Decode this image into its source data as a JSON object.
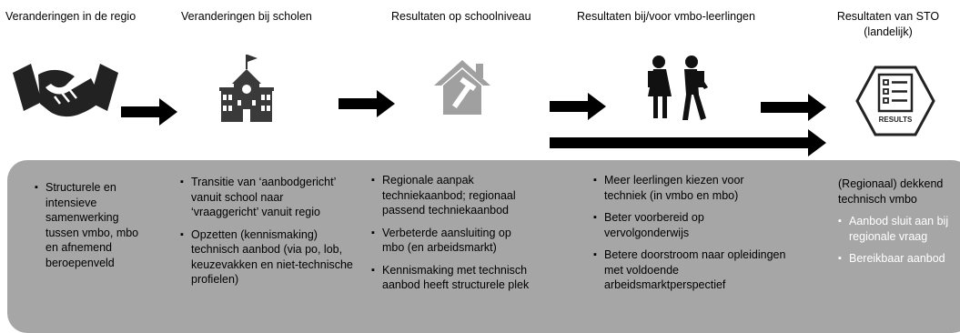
{
  "stages": [
    {
      "title": "Veranderingen in de regio",
      "icon": "handshake-icon"
    },
    {
      "title": "Veranderingen bij scholen",
      "icon": "school-building-icon"
    },
    {
      "title": "Resultaten op schoolniveau",
      "icon": "house-tools-icon"
    },
    {
      "title": "Resultaten bij/voor vmbo-leerlingen",
      "icon": "students-icon"
    },
    {
      "title_line1": "Resultaten van STO",
      "title_line2": "(landelijk)",
      "icon": "results-checklist-icon",
      "badge": "RESULTS"
    }
  ],
  "columns": {
    "col1": {
      "items": [
        "Structurele en intensieve samenwerking tussen vmbo, mbo en afnemend beroepenveld"
      ]
    },
    "col2": {
      "items": [
        "Transitie van ‘aanbodgericht’ vanuit school naar ‘vraaggericht’ vanuit regio",
        "Opzetten (kennismaking) technisch aanbod (via po, lob, keuzevakken  en niet-technische profielen)"
      ]
    },
    "col3": {
      "items": [
        "Regionale aanpak techniekaanbod; regionaal passend techniekaanbod",
        "Verbeterde aansluiting op mbo (en arbeidsmarkt)",
        "Kennismaking met technisch aanbod heeft structurele plek"
      ]
    },
    "col4": {
      "items": [
        "Meer leerlingen kiezen voor techniek (in vmbo en mbo)",
        "Beter voorbereid op vervolgonderwijs",
        "Betere doorstroom naar opleidingen met voldoende arbeidsmarktperspectief"
      ]
    },
    "col5": {
      "intro": "(Regionaal) dekkend technisch vmbo",
      "items": [
        "Aanbod sluit aan bij regionale vraag",
        "Bereikbaar aanbod"
      ]
    }
  },
  "colors": {
    "panel": "#a6a6a6",
    "icon": "#222222",
    "icon_light": "#9a9a9a",
    "highlight_text": "#ffffff"
  }
}
